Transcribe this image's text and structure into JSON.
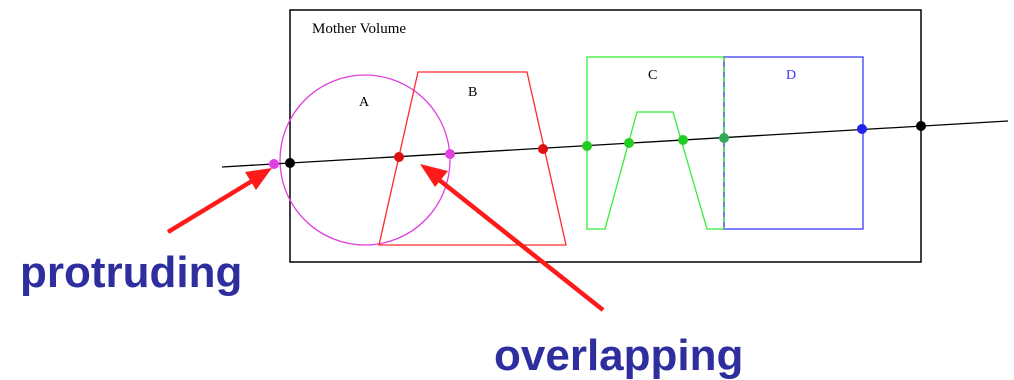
{
  "mother_volume": {
    "label": "Mother Volume"
  },
  "volumes": [
    {
      "id": "a",
      "label": "A",
      "color": "#e040e0",
      "shape": "circle"
    },
    {
      "id": "b",
      "label": "B",
      "color": "#ff2a2a",
      "shape": "trapezoid"
    },
    {
      "id": "c",
      "label": "C",
      "color": "#33ee33",
      "shape": "notched-polygon"
    },
    {
      "id": "d",
      "label": "D",
      "color": "#3a3aff",
      "shape": "rectangle"
    }
  ],
  "callouts": [
    {
      "id": "protruding",
      "text": "protruding"
    },
    {
      "id": "overlapping",
      "text": "overlapping"
    }
  ],
  "colors": {
    "callout_text": "#2e2e9e",
    "arrow": "#ff1a1a",
    "frame": "#000000",
    "track": "#000000"
  }
}
